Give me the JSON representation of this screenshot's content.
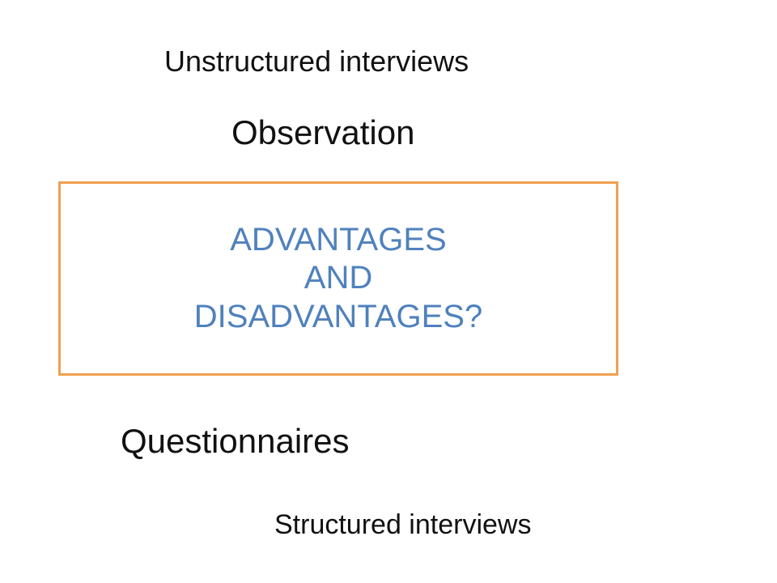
{
  "slide": {
    "labels": {
      "unstructured_interviews": "Unstructured interviews",
      "observation": "Observation",
      "questionnaires": "Questionnaires",
      "structured_interviews": "Structured interviews"
    },
    "central_box": {
      "line_1": "ADVANTAGES",
      "line_2": "AND",
      "line_3": "DISADVANTAGES?"
    },
    "colors": {
      "box_border": "#f0a050",
      "box_text": "#4f81bd",
      "label_text": "#111111",
      "background": "#ffffff"
    }
  }
}
